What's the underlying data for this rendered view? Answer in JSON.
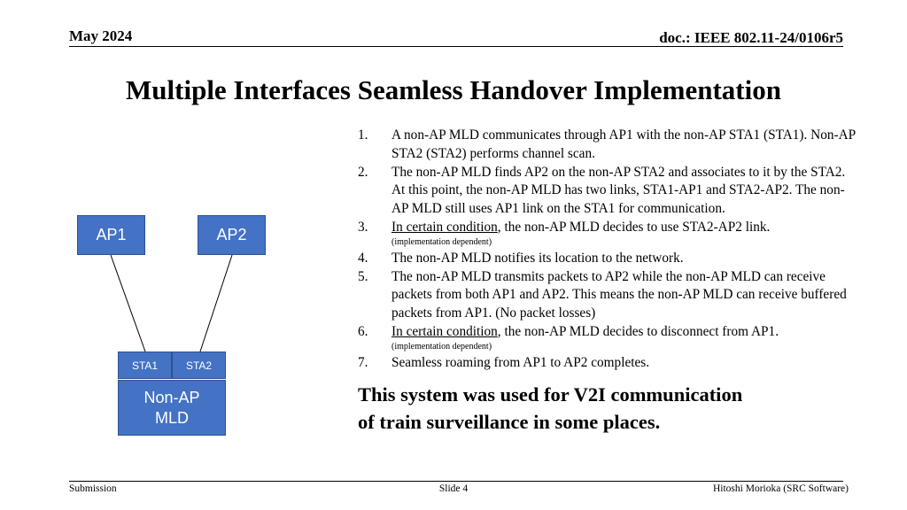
{
  "header": {
    "date": "May 2024",
    "doc": "doc.: IEEE 802.11-24/0106r5"
  },
  "title": "Multiple Interfaces Seamless Handover Implementation",
  "diagram": {
    "ap1": "AP1",
    "ap2": "AP2",
    "sta1": "STA1",
    "sta2": "STA2",
    "mld_line1": "Non-AP",
    "mld_line2": "MLD",
    "box_color": "#4472c4"
  },
  "steps": [
    {
      "num": "1.",
      "text": "A non-AP MLD communicates through AP1 with the non-AP STA1 (STA1). Non-AP STA2 (STA2) performs channel scan."
    },
    {
      "num": "2.",
      "text": "The non-AP MLD finds AP2 on the non-AP STA2 and associates to it by the STA2. At this point, the non-AP MLD has two links, STA1-AP1 and STA2-AP2. The non-AP MLD still uses AP1 link on the STA1 for communication."
    },
    {
      "num": "3.",
      "underlined": "In certain condition",
      "text": ", the non-AP MLD decides to use STA2-AP2 link.",
      "note": "(implementation dependent)"
    },
    {
      "num": "4.",
      "text": "The non-AP MLD notifies its location to the network."
    },
    {
      "num": "5.",
      "text": "The non-AP MLD transmits packets to AP2 while the non-AP MLD can receive packets from both AP1 and AP2. This means the non-AP MLD can receive buffered packets from AP1. (No packet losses)"
    },
    {
      "num": "6.",
      "underlined": "In certain condition",
      "text": ", the non-AP MLD decides to disconnect from AP1.",
      "note": "(implementation dependent)"
    },
    {
      "num": "7.",
      "text": "Seamless roaming from AP1 to AP2 completes."
    }
  ],
  "conclusion": {
    "line1": "This system was used for V2I communication",
    "line2": "of train surveillance in some places."
  },
  "footer": {
    "left": "Submission",
    "center": "Slide 4",
    "right": "Hitoshi Morioka (SRC Software)"
  }
}
